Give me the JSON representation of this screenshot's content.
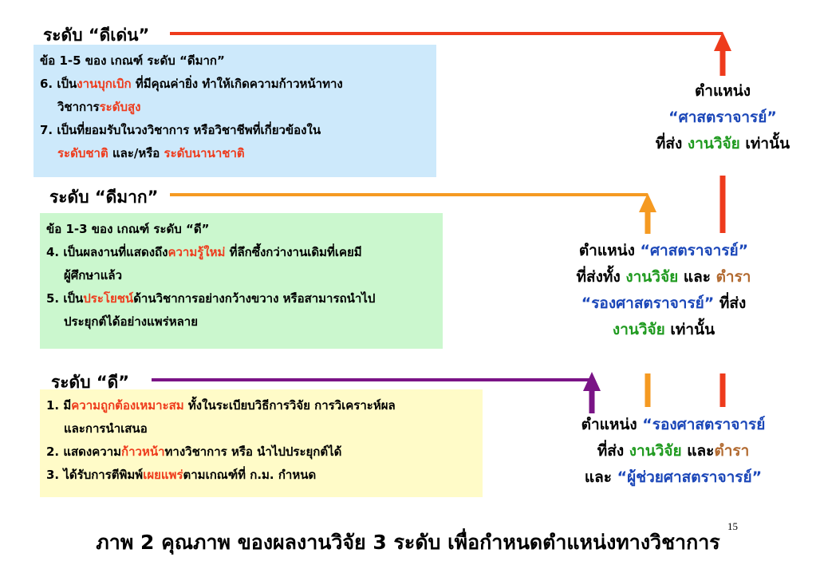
{
  "colors": {
    "red": "#ee3b1c",
    "orange": "#f59a22",
    "purple": "#7a1486",
    "blue": "#1a46b8",
    "green": "#1f9a1f",
    "brown": "#b26a30"
  },
  "levels": {
    "excellent": {
      "label": "ระดับ  “ดีเด่น”",
      "lines": {
        "l1": "ข้อ 1-5 ของ เกณฑ์ ระดับ “ดีมาก”",
        "l2a": "6. เป็น",
        "l2b": "งานบุกเบิก",
        "l2c": " ที่มีคุณค่ายิ่ง ทำให้เกิดความก้าวหน้าทาง",
        "l3a": "วิชาการ",
        "l3b": "ระดับสูง",
        "l4": "7. เป็นที่ยอมรับในวงวิชาการ หรือวิชาชีพที่เกี่ยวข้องใน",
        "l5a": "ระดับชาติ",
        "l5b": " และ/หรือ ",
        "l5c": "ระดับนานาชาติ"
      }
    },
    "very_good": {
      "label": "ระดับ  “ดีมาก”",
      "lines": {
        "l1": "ข้อ 1-3 ของ เกณฑ์ ระดับ “ดี”",
        "l2a": "4. เป็นผลงานที่แสดงถึง",
        "l2b": "ความรู้ใหม่",
        "l2c": " ที่ลึกซึ้งกว่างานเดิมที่เคยมี",
        "l3": "ผู้ศึกษาแล้ว",
        "l4a": "5. เป็น",
        "l4b": "ประโยชน์",
        "l4c": "ด้านวิชาการอย่างกว้างขวาง หรือสามารถนำไป",
        "l5": "ประยุกต์ได้อย่างแพร่หลาย"
      }
    },
    "good": {
      "label": "ระดับ  “ดี”",
      "lines": {
        "l1a": "1. มี",
        "l1b": "ความถูกต้องเหมาะสม",
        "l1c": " ทั้งในระเบียบวิธีการวิจัย การวิเคราะห์ผล",
        "l2": "และการนำเสนอ",
        "l3a": "2. แสดงความ",
        "l3b": "ก้าวหน้า",
        "l3c": "ทางวิชาการ หรือ นำไปประยุกต์ได้",
        "l4a": "3. ได้รับการตีพิมพ์",
        "l4b": "เผยแพร่",
        "l4c": "ตามเกณฑ์ที่ ก.ม. กำหนด"
      }
    }
  },
  "positions": {
    "top": {
      "l1": "ตำแหน่ง",
      "l2": "“ศาสตราจารย์”",
      "l3a": "ที่ส่ง ",
      "l3b": "งานวิจัย",
      "l3c": " เท่านั้น"
    },
    "middle": {
      "l1a": "ตำแหน่ง ",
      "l1b": "“ศาสตราจารย์”",
      "l2a": "ที่ส่งทั้ง ",
      "l2b": "งานวิจัย",
      "l2c": " และ ",
      "l2d": "ตำรา",
      "l3a": "“รองศาสตราจารย์”",
      "l3b": " ที่ส่ง",
      "l4a": "งานวิจัย",
      "l4b": " เท่านั้น"
    },
    "bottom": {
      "l1a": "ตำแหน่ง ",
      "l1b": "“รองศาสตราจารย์",
      "l2a": "ที่ส่ง ",
      "l2b": "งานวิจัย",
      "l2c": " และ",
      "l2d": "ตำรา",
      "l3a": "และ ",
      "l3b": "“ผู้ช่วยศาสตราจารย์”"
    }
  },
  "page_number": "15",
  "caption": "ภาพ  2   คุณภาพ ของผลงานวิจัย 3 ระดับ เพื่อกำหนดตำแหน่งทางวิชาการ"
}
